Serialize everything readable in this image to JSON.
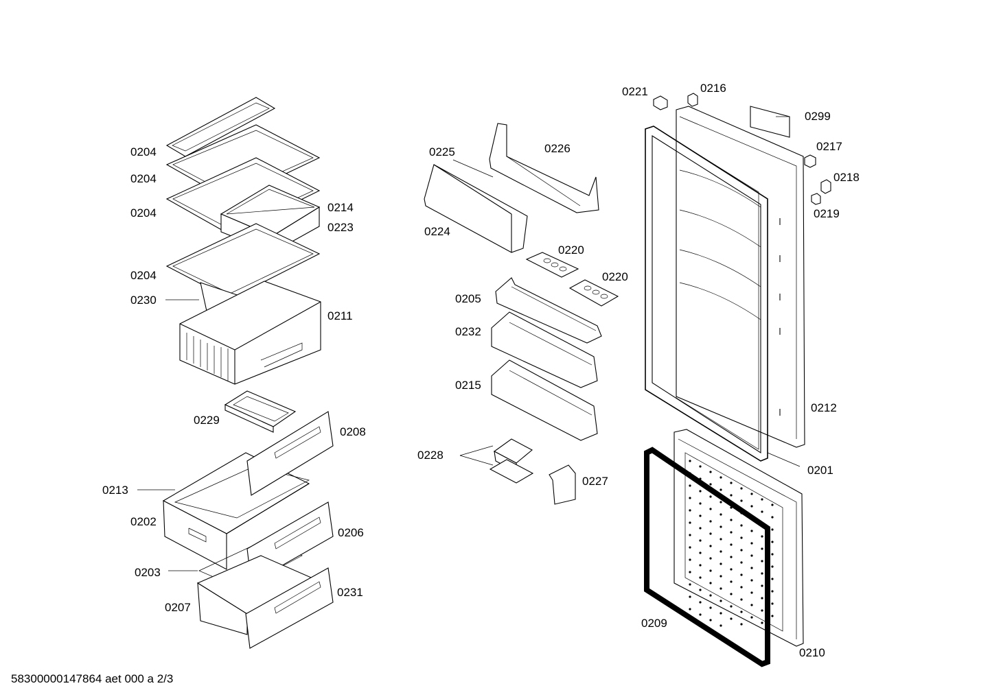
{
  "diagram": {
    "labels": {
      "p0204a": "0204",
      "p0204b": "0204",
      "p0204c": "0204",
      "p0204d": "0204",
      "p0214": "0214",
      "p0223": "0223",
      "p0230": "0230",
      "p0211": "0211",
      "p0229": "0229",
      "p0208": "0208",
      "p0213": "0213",
      "p0202": "0202",
      "p0206": "0206",
      "p0203": "0203",
      "p0231": "0231",
      "p0207": "0207",
      "p0225": "0225",
      "p0226": "0226",
      "p0224": "0224",
      "p0220a": "0220",
      "p0220b": "0220",
      "p0205": "0205",
      "p0232": "0232",
      "p0215": "0215",
      "p0228": "0228",
      "p0227": "0227",
      "p0221": "0221",
      "p0216": "0216",
      "p0299": "0299",
      "p0217": "0217",
      "p0218": "0218",
      "p0219": "0219",
      "p0212": "0212",
      "p0201": "0201",
      "p0209": "0209",
      "p0210": "0210"
    }
  },
  "footer": {
    "doc_id": "58300000147864 aet 000 a 2/3"
  }
}
